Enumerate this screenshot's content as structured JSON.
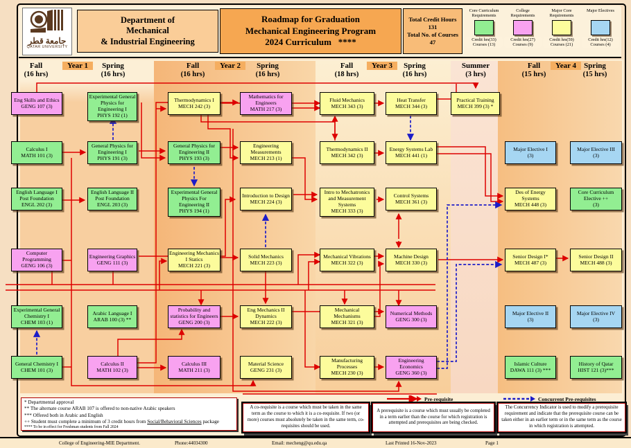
{
  "logo": {
    "arabic": "جامعة قطر",
    "english": "QATAR UNIVERSITY"
  },
  "header": {
    "dept_lines": [
      "Department of",
      "Mechanical",
      "& Industrial Engineering"
    ],
    "title_lines": [
      "Roadmap for Graduation",
      "Mechanical Engineering Program",
      "2024 Curriculum   ****"
    ],
    "totals": {
      "credit_hours_label": "Total Credit Hours",
      "credit_hours": "131",
      "courses_label": "Total No. of Courses",
      "courses": "47"
    },
    "legend": [
      {
        "label": "Core Curriculum Requirements",
        "credit": "Credit hrs(33)",
        "courses": "Courses (13)",
        "color": "#92EE92"
      },
      {
        "label": "College Requirements",
        "credit": "Credit hrs(27)",
        "courses": "Courses (9)",
        "color": "#F8A2F0"
      },
      {
        "label": "Major Core Requirements",
        "credit": "Credit hrs(59)",
        "courses": "Courses (21)",
        "color": "#FCFC9C"
      },
      {
        "label": "Major Electives",
        "credit": "Credit hrs(12)",
        "courses": "Courses (4)",
        "color": "#A6D6F2"
      }
    ]
  },
  "semester_row": [
    {
      "label": "Fall",
      "hours": "(16 hrs)"
    },
    {
      "label": "Year 1"
    },
    {
      "label": "Spring",
      "hours": "(16 hrs)"
    },
    {
      "label": "Fall",
      "hours": "(16 hrs)"
    },
    {
      "label": "Year 2"
    },
    {
      "label": "Spring",
      "hours": "(16 hrs)"
    },
    {
      "label": "Fall",
      "hours": "(18 hrs)"
    },
    {
      "label": "Year 3"
    },
    {
      "label": "Spring",
      "hours": "(16 hrs)"
    },
    {
      "label": "Summer",
      "hours": "(3 hrs)"
    },
    {
      "label": "Fall",
      "hours": "(15 hrs)"
    },
    {
      "label": "Year 4"
    },
    {
      "label": "Spring",
      "hours": "(15 hrs)"
    }
  ],
  "courses": [
    {
      "name": "Eng Skills and Ethics",
      "code": "GENG 107 (3)",
      "cat": "college",
      "col": 1,
      "row": 1
    },
    {
      "name": "Calculus I",
      "code": "MATH 101 (3)",
      "cat": "core",
      "col": 1,
      "row": 2
    },
    {
      "name": "English Language I Post Foundation",
      "code": "ENGL 202 (3)",
      "cat": "core",
      "col": 1,
      "row": 3
    },
    {
      "name": "Computer Programming",
      "code": "GENG 106 (3)",
      "cat": "college",
      "col": 1,
      "row": 4
    },
    {
      "name": "Experimental General Chemistry I",
      "code": "CHEM 103 (1)",
      "cat": "core",
      "col": 1,
      "row": 5
    },
    {
      "name": "General Chemistry I",
      "code": "CHEM 101 (3)",
      "cat": "core",
      "col": 1,
      "row": 6
    },
    {
      "name": "Experimental General Physics for Engineering I",
      "code": "PHYS 192 (1)",
      "cat": "core",
      "col": 2,
      "row": 1
    },
    {
      "name": "General Physics for Engineering I",
      "code": "PHYS 191 (3)",
      "cat": "core",
      "col": 2,
      "row": 2
    },
    {
      "name": "English Language II Post Foundation",
      "code": "ENGL 203 (3)",
      "cat": "core",
      "col": 2,
      "row": 3
    },
    {
      "name": "Engineering Graphics",
      "code": "GENG 111 (3)",
      "cat": "college",
      "col": 2,
      "row": 4
    },
    {
      "name": "Arabic Language I",
      "code": "ARAB 100 (3) **",
      "cat": "core",
      "col": 2,
      "row": 5
    },
    {
      "name": "Calculus II",
      "code": "MATH 102 (3)",
      "cat": "college",
      "col": 2,
      "row": 6
    },
    {
      "name": "Thermodynamics I",
      "code": "MECH 242 (3)",
      "cat": "major",
      "col": 3,
      "row": 1
    },
    {
      "name": "General Physics for Engineering II",
      "code": "PHYS 193 (3)",
      "cat": "core",
      "col": 3,
      "row": 2
    },
    {
      "name": "Experimental General Physics For Engineering II",
      "code": "PHYS 194 (1)",
      "cat": "core",
      "col": 3,
      "row": 3
    },
    {
      "name": "Engineering Mechanics I Statics",
      "code": "MECH 221 (3)",
      "cat": "major",
      "col": 3,
      "row": 4
    },
    {
      "name": "Probability and statistics for Engineers",
      "code": "GENG 200 (3)",
      "cat": "college",
      "col": 3,
      "row": 5
    },
    {
      "name": "Calculus III",
      "code": "MATH 211 (3)",
      "cat": "college",
      "col": 3,
      "row": 6
    },
    {
      "name": "Mathematics for Engineers",
      "code": "MATH 217 (3)",
      "cat": "college",
      "col": 4,
      "row": 1
    },
    {
      "name": "Engineering Measurements",
      "code": "MECH 213 (1)",
      "cat": "major",
      "col": 4,
      "row": 2
    },
    {
      "name": "Introduction to Design",
      "code": "MECH 224 (3)",
      "cat": "major",
      "col": 4,
      "row": 3
    },
    {
      "name": "Solid Mechanics",
      "code": "MECH 223 (3)",
      "cat": "major",
      "col": 4,
      "row": 4
    },
    {
      "name": "Eng Mechanics II Dynamics",
      "code": "MECH 222 (3)",
      "cat": "major",
      "col": 4,
      "row": 5
    },
    {
      "name": "Material Science",
      "code": "GENG 231 (3)",
      "cat": "major",
      "col": 4,
      "row": 6
    },
    {
      "name": "Fluid Mechanics",
      "code": "MECH 343 (3)",
      "cat": "major",
      "col": 5,
      "row": 1
    },
    {
      "name": "Thermodynamics II",
      "code": "MECH 342 (3)",
      "cat": "major",
      "col": 5,
      "row": 2
    },
    {
      "name": "Intro to Mechatronics and Measurement Systems",
      "code": "MECH 333 (3)",
      "cat": "major",
      "col": 5,
      "row": 3
    },
    {
      "name": "Mechanical Vibrations",
      "code": "MECH 322 (3)",
      "cat": "major",
      "col": 5,
      "row": 4
    },
    {
      "name": "Mechanical Mechanisms",
      "code": "MECH 321 (3)",
      "cat": "major",
      "col": 5,
      "row": 5
    },
    {
      "name": "Manufacturing Processes",
      "code": "MECH 230 (3)",
      "cat": "major",
      "col": 5,
      "row": 6
    },
    {
      "name": "Heat Transfer",
      "code": "MECH 344 (3)",
      "cat": "major",
      "col": 6,
      "row": 1
    },
    {
      "name": "Energy Systems Lab",
      "code": "MECH 441 (1)",
      "cat": "major",
      "col": 6,
      "row": 2
    },
    {
      "name": "Control Systems",
      "code": "MECH 361 (3)",
      "cat": "major",
      "col": 6,
      "row": 3
    },
    {
      "name": "Machine Design",
      "code": "MECH 330 (3)",
      "cat": "major",
      "col": 6,
      "row": 4
    },
    {
      "name": "Numerical Methods",
      "code": "GENG 300 (3)",
      "cat": "college",
      "col": 6,
      "row": 5
    },
    {
      "name": "Engineering Economics",
      "code": "GENG 360 (3)",
      "cat": "college",
      "col": 6,
      "row": 6
    },
    {
      "name": "Practical Training",
      "code": "MECH 399 (3) *",
      "cat": "major",
      "col": 7,
      "row": 1
    },
    {
      "name": "Major Elective I",
      "code": "(3)",
      "cat": "elective",
      "col": 8,
      "row": 2
    },
    {
      "name": "Des of Energy Systems",
      "code": "MECH 448 (3)",
      "cat": "major",
      "col": 8,
      "row": 3
    },
    {
      "name": "Senior Design  I*",
      "code": "MECH 487 (3)",
      "cat": "major",
      "col": 8,
      "row": 4
    },
    {
      "name": "Major Elective II",
      "code": "(3)",
      "cat": "elective",
      "col": 8,
      "row": 5
    },
    {
      "name": "Islamic Culture",
      "code": "DAWA 111 (3) ***",
      "cat": "core",
      "col": 8,
      "row": 6
    },
    {
      "name": "Major Elective III",
      "code": "(3)",
      "cat": "elective",
      "col": 9,
      "row": 2
    },
    {
      "name": "Core Curriculum Elective ++",
      "code": "(3)",
      "cat": "core",
      "col": 9,
      "row": 3
    },
    {
      "name": "Senior Design  II",
      "code": "MECH 488 (3)",
      "cat": "major",
      "col": 9,
      "row": 4
    },
    {
      "name": "Major Elective IV",
      "code": "(3)",
      "cat": "elective",
      "col": 9,
      "row": 5
    },
    {
      "name": "History of Qatar",
      "code": "HIST 121 (3)***",
      "cat": "core",
      "col": 9,
      "row": 6
    }
  ],
  "notes": {
    "line1": "*  Departmental approval",
    "line2": "** The alternate course ARAB 107 is offered to non-native Arabic speakers",
    "line3": "*** Offered both in Arabic and English",
    "line4_pre": "++ Student must complete a minimum of 3 credit hours from ",
    "line4_u": "Social/Behavioral Sciences",
    "line4_post": " package",
    "line5": "**** To be in effect for Freshman students from Fall 2024"
  },
  "arrow_legend": {
    "prereq": "Pre-requisite",
    "concurrent": "Concurrent Pre-requisites",
    "prereq_color": "#DD0000",
    "concurrent_color": "#1C1CC8"
  },
  "explanations": {
    "coreq": "A co-requisite is a course which must be taken in the same term as the course to which it is a co-requisite. If two (or more) courses must absolutely be taken in the same term, co-requisites should be used.",
    "prereq": "A prerequisite is a course which must usually be completed in a term  earlier than the course for which  registration is attempted and prerequisites are being checked.",
    "concurrent": "The Concurrency Indicator is used to modify a prerequisite requirement and indicate that the prerequisite course can be taken either in an earlier term or in the same term as the  course in which registration is attempted."
  },
  "footer": {
    "dept": "College of Engineering-MIE Department.",
    "phone": "Phone:44034300",
    "email": "Email: mecheng@qu.edu.qa",
    "printed": "Last Printed 16-Nov-2023",
    "page": "Page 1"
  }
}
